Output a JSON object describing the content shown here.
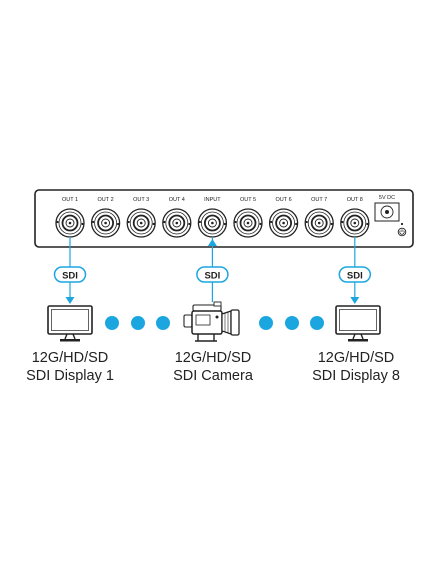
{
  "device": {
    "connector_labels": [
      "OUT 1",
      "OUT 2",
      "OUT 3",
      "OUT 4",
      "INPUT",
      "OUT 5",
      "OUT 6",
      "OUT 7",
      "OUT 8"
    ],
    "power_label": "5V DC",
    "power_icon": "power-symbol-icon"
  },
  "links": [
    {
      "label": "SDI",
      "connector": "OUT 1",
      "direction": "down",
      "icon": "arrow-down-icon"
    },
    {
      "label": "SDI",
      "connector": "INPUT",
      "direction": "up",
      "icon": "arrow-up-icon"
    },
    {
      "label": "SDI",
      "connector": "OUT 8",
      "direction": "down",
      "icon": "arrow-down-icon"
    }
  ],
  "endpoints": [
    {
      "line1": "12G/HD/SD",
      "line2": "SDI Display 1",
      "icon": "monitor-icon"
    },
    {
      "line1": "12G/HD/SD",
      "line2": "SDI Camera",
      "icon": "video-camera-icon"
    },
    {
      "line1": "12G/HD/SD",
      "line2": "SDI Display 8",
      "icon": "monitor-icon"
    }
  ],
  "colors": {
    "accent": "#1ca6e0",
    "line": "#222222",
    "device_fill": "#ffffff"
  }
}
